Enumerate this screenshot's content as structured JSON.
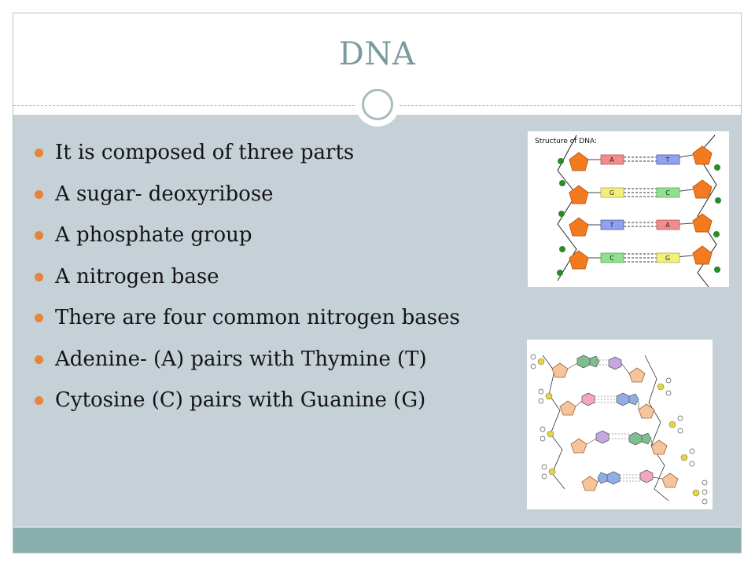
{
  "slide": {
    "title": "DNA",
    "bullets": [
      "It is composed of three parts",
      "A sugar- deoxyribose",
      "A phosphate group",
      "A nitrogen base",
      "There are four common nitrogen bases",
      "Adenine- (A) pairs with Thymine (T)",
      "Cytosine (C) pairs with Guanine (G)"
    ]
  },
  "structure_diagram": {
    "caption": "Structure of DNA:",
    "pairs": [
      {
        "left": "A",
        "right": "T"
      },
      {
        "left": "G",
        "right": "C"
      },
      {
        "left": "T",
        "right": "A"
      },
      {
        "left": "C",
        "right": "G"
      }
    ]
  },
  "colors": {
    "title": "#7a9aa0",
    "panel": "#c5d0d7",
    "footer": "#8aadad",
    "bullet": "#e8843a",
    "sugar": "#f47a20",
    "phosphate": "#2a8a2a",
    "base_A": "#f28b8b",
    "base_T": "#8fa2f0",
    "base_G": "#f2f07a",
    "base_C": "#8fe08f"
  }
}
